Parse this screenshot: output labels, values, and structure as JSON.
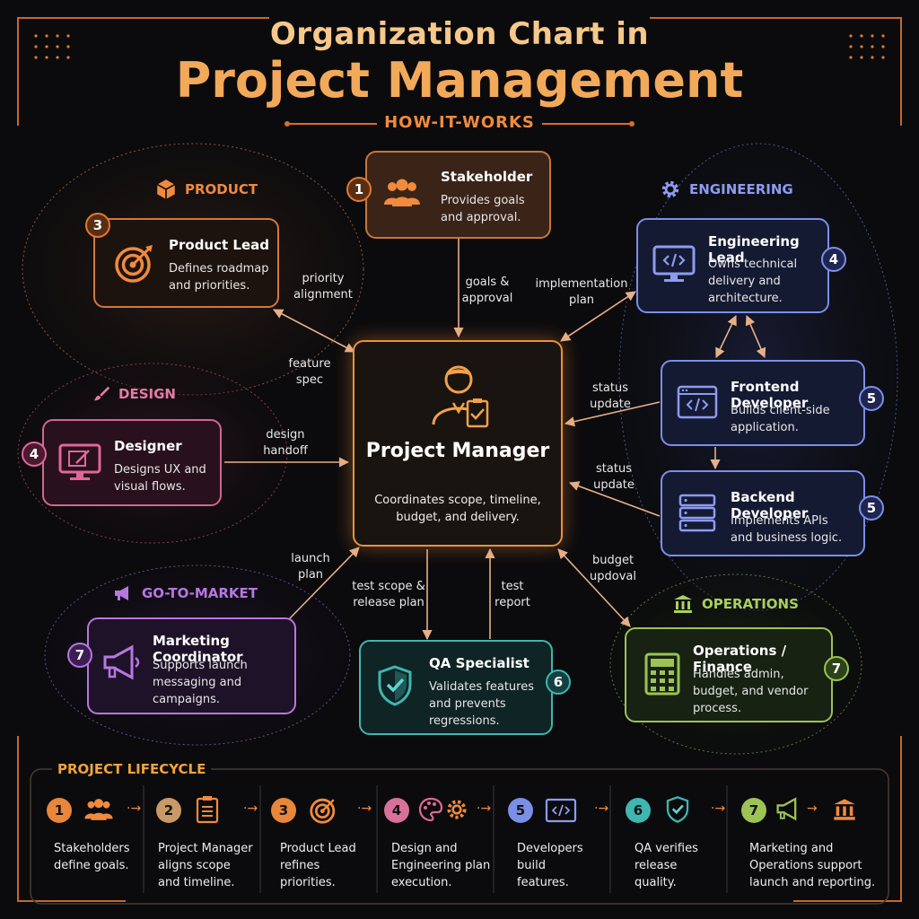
{
  "header": {
    "title_line1": "Organization Chart in",
    "title_line2": "Project Management",
    "subtitle": "HOW-IT-WORKS"
  },
  "groups": {
    "product": "PRODUCT",
    "engineering": "ENGINEERING",
    "design": "DESIGN",
    "gtm": "GO-TO-MARKET",
    "operations": "OPERATIONS"
  },
  "roles": {
    "stakeholder": {
      "badge": "1",
      "name": "Stakeholder",
      "desc1": "Provides goals",
      "desc2": "and approval."
    },
    "product_lead": {
      "badge": "3",
      "name": "Product Lead",
      "desc1": "Defines roadmap",
      "desc2": "and priorities."
    },
    "engineering_lead": {
      "badge": "4",
      "name": "Engineering Lead",
      "desc1": "Owns technical",
      "desc2": "delivery and",
      "desc3": "architecture."
    },
    "frontend": {
      "badge": "5",
      "name": "Frontend Developer",
      "desc1": "Builds client-side",
      "desc2": "application."
    },
    "backend": {
      "badge": "5",
      "name": "Backend Developer",
      "desc1": "Implements APIs",
      "desc2": "and business logic."
    },
    "designer": {
      "badge": "4",
      "name": "Designer",
      "desc1": "Designs UX and",
      "desc2": "visual flows."
    },
    "marketing": {
      "badge": "7",
      "name": "Marketing Coordinator",
      "desc1": "Supports launch",
      "desc2": "messaging and",
      "desc3": "campaigns."
    },
    "qa": {
      "badge": "6",
      "name": "QA Specialist",
      "desc1": "Validates features",
      "desc2": "and prevents",
      "desc3": "regressions."
    },
    "operations": {
      "badge": "7",
      "name": "Operations / Finance",
      "desc1": "Handles admin,",
      "desc2": "budget, and vendor",
      "desc3": "process."
    },
    "pm": {
      "name": "Project Manager",
      "desc1": "Coordinates scope, timeline,",
      "desc2": "budget, and delivery."
    }
  },
  "edges": {
    "priority1": "priority",
    "priority2": "alignment",
    "goals1": "goals &",
    "goals2": "approval",
    "impl1": "implementation",
    "impl2": "plan",
    "feature1": "feature",
    "feature2": "spec",
    "status1a": "status",
    "status1b": "update",
    "design1": "design",
    "design2": "handoff",
    "status2a": "status",
    "status2b": "update",
    "launch1": "launch",
    "launch2": "plan",
    "testscope1": "test scope &",
    "testscope2": "release plan",
    "testrep1": "test",
    "testrep2": "report",
    "budget1": "budget",
    "budget2": "updoval"
  },
  "lifecycle": {
    "title": "PROJECT LIFECYCLE",
    "steps": [
      {
        "num": "1",
        "l1": "Stakeholders",
        "l2": "define goals."
      },
      {
        "num": "2",
        "l1": "Project Manager",
        "l2": "aligns scope",
        "l3": "and timeline."
      },
      {
        "num": "3",
        "l1": "Product Lead",
        "l2": "refines",
        "l3": "priorities."
      },
      {
        "num": "4",
        "l1": "Design and",
        "l2": "Engineering plan",
        "l3": "execution."
      },
      {
        "num": "5",
        "l1": "Developers",
        "l2": "build",
        "l3": "features."
      },
      {
        "num": "6",
        "l1": "QA verifies",
        "l2": "release",
        "l3": "quality."
      },
      {
        "num": "7",
        "l1": "Marketing and",
        "l2": "Operations support",
        "l3": "launch and reporting."
      }
    ]
  },
  "colors": {
    "orange": "#f08a3e",
    "blue": "#7b8fe6",
    "pink": "#e0679a",
    "purple": "#b777e0",
    "teal": "#3fb6b0",
    "green": "#9dc255"
  }
}
